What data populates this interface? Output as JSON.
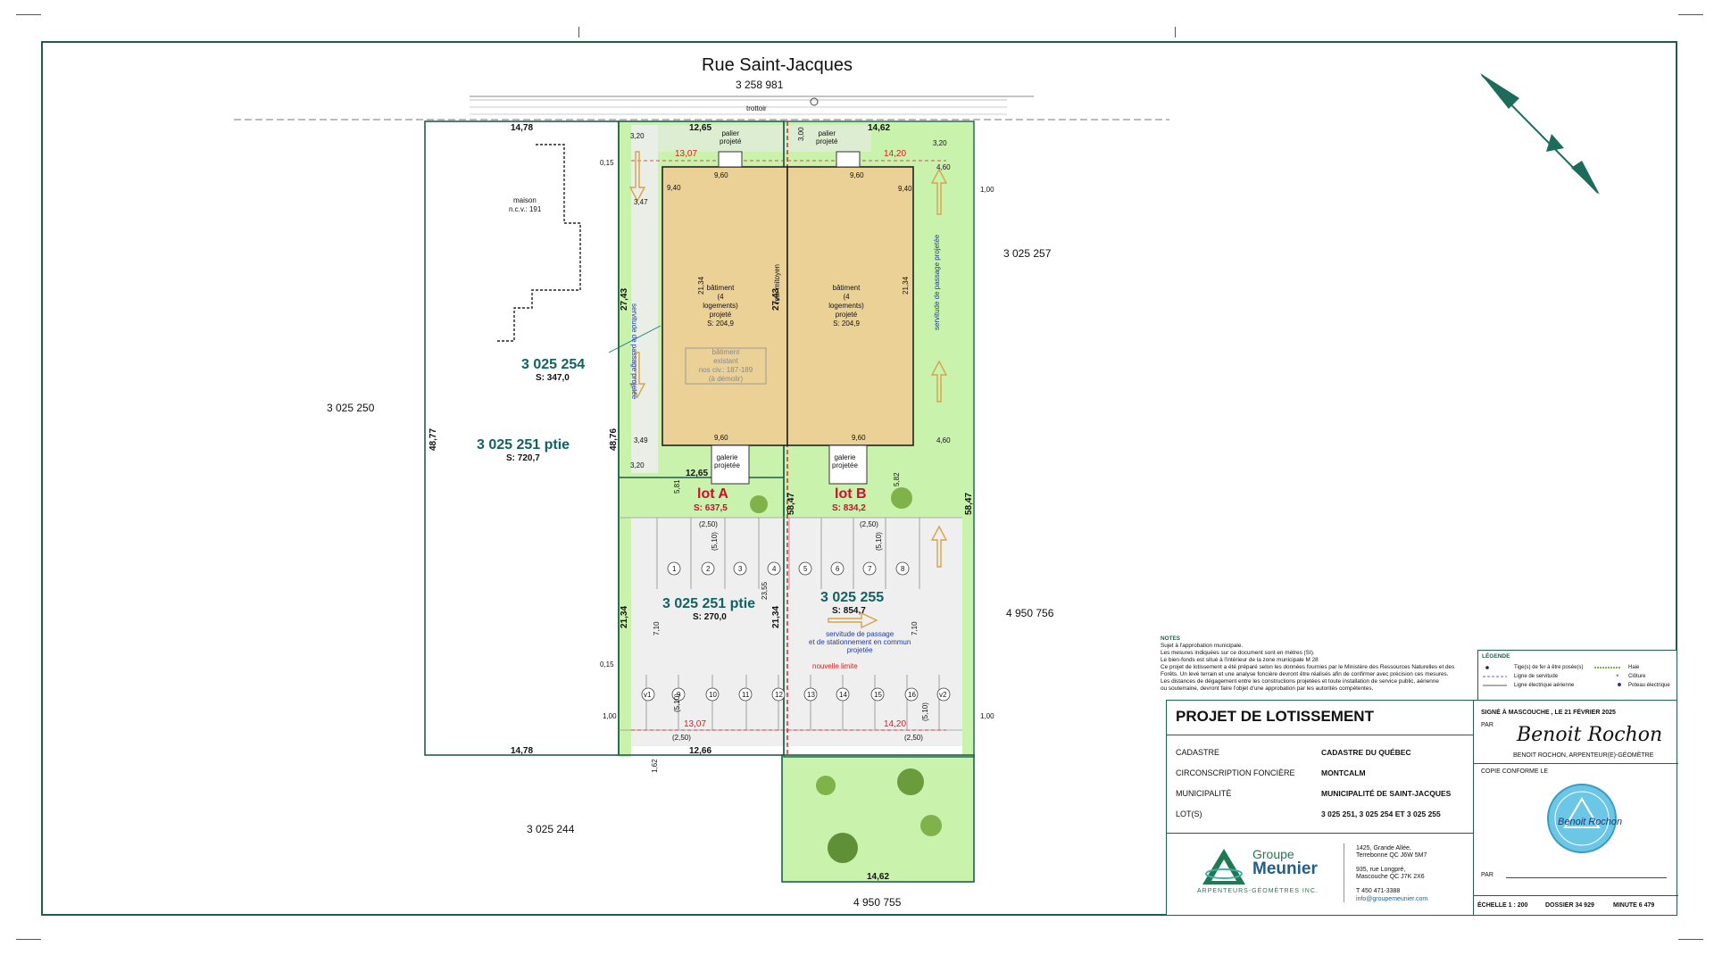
{
  "street": {
    "name": "Rue Saint-Jacques",
    "lot": "3 258 981",
    "sidewalk": "trottoir"
  },
  "neighbors": {
    "west": "3 025 250",
    "east": "3 025 257",
    "southwest": "3 025 244",
    "south": "4 950 755",
    "southeast": "4 950 756"
  },
  "lots": {
    "lot_254": {
      "number": "3 025 254",
      "area": "S: 347,0"
    },
    "lot_251a": {
      "number": "3 025 251 ptie",
      "area": "S: 720,7"
    },
    "lot_251b": {
      "number": "3 025 251 ptie",
      "area": "S: 270,0"
    },
    "lot_255": {
      "number": "3 025 255",
      "area": "S: 854,7"
    },
    "lot_a": {
      "name": "lot A",
      "area": "S: 637,5"
    },
    "lot_b": {
      "name": "lot B",
      "area": "S: 834,2"
    }
  },
  "house": {
    "label1": "maison",
    "label2": "n.c.v.: 191"
  },
  "buildings": {
    "line1": "bâtiment",
    "line2": "(4 logements)",
    "line3": "projeté",
    "area": "S: 204,9",
    "existing1": "bâtiment",
    "existing2": "existant",
    "existing3": "nos civ.: 187-189",
    "existing4": "(à démolir)",
    "landing": "palier",
    "landing2": "projeté",
    "gallery": "galerie",
    "gallery2": "projetée",
    "common_wall": "mur mitoyen"
  },
  "servitudes": {
    "passage": "servitude de passage projetée",
    "parking1": "servitude de passage",
    "parking2": "et de stationnement en commun",
    "parking3": "projetée",
    "new_limit": "nouvelle limite"
  },
  "dims": {
    "d1478": "14,78",
    "d1265": "12,65",
    "d1462": "14,62",
    "d1307": "13,07",
    "d1420": "14,20",
    "d320": "3,20",
    "d300": "3,00",
    "d015": "0,15",
    "d100": "1,00",
    "d460": "4,60",
    "d960": "9,60",
    "d940": "9,40",
    "d347": "3,47",
    "d349": "3,49",
    "d2134": "21,34",
    "d2743": "27,43",
    "d4877": "48,77",
    "d4876": "48,76",
    "d5847": "58,47",
    "d581": "5,81",
    "d582": "5,82",
    "d250": "(2,50)",
    "d510": "(5,10)",
    "d710": "7,10",
    "d2355": "23,55",
    "d1266": "12,66",
    "d162": "1,62",
    "d460b": "4,60"
  },
  "stalls": {
    "top": [
      "1",
      "2",
      "3",
      "4",
      "5",
      "6",
      "7",
      "8"
    ],
    "bottom": [
      "v1",
      "9",
      "10",
      "11",
      "12",
      "13",
      "14",
      "15",
      "16",
      "v2"
    ]
  },
  "notes": {
    "title": "NOTES",
    "lines": [
      "Sujet à l'approbation municipale.",
      "Les mesures indiquées sur ce document sont en mètres (SI).",
      "Le bien-fonds est situé à l'intérieur de la zone municipale M 28",
      "Ce projet de lotissement a été préparé selon les données fournies par le Ministère des Ressources Naturelles et des",
      "Forêts. Un levé terrain et une analyse foncière devront être réalisés afin de confirmer avec précision ces mesures.",
      "Les distances de dégagement entre les constructions projetées et toute installation de service public, aérienne",
      "ou souterraine, devront faire l'objet d'une approbation par les autorités compétentes."
    ]
  },
  "legend": {
    "title": "LÉGENDE",
    "items": [
      "Tige(s) de fer à être posée(s)",
      "Ligne de servitude",
      "Ligne électrique aérienne",
      "Haie",
      "Clôture",
      "Poteau électrique"
    ]
  },
  "titleblock": {
    "title": "PROJET DE LOTISSEMENT",
    "rows": [
      {
        "label": "CADASTRE",
        "value": "CADASTRE DU QUÉBEC"
      },
      {
        "label": "CIRCONSCRIPTION FONCIÈRE",
        "value": "MONTCALM"
      },
      {
        "label": "MUNICIPALITÉ",
        "value": "MUNICIPALITÉ DE SAINT-JACQUES"
      },
      {
        "label": "LOT(S)",
        "value": "3 025 251, 3 025 254 ET 3 025 255"
      }
    ],
    "signed": "SIGNÉ À MASCOUCHE , LE 21 FÉVRIER 2025",
    "par": "PAR",
    "signature": "Benoit Rochon",
    "signer": "BENOIT ROCHON, ARPENTEUR(E)-GÉOMÈTRE",
    "copy": "COPIE CONFORME LE",
    "par2": "PAR",
    "scale": "ÉCHELLE 1 : 200",
    "dossier": "DOSSIER  34 929",
    "minute": "MINUTE  6 479",
    "company1": "Groupe",
    "company2": "Meunier",
    "company3": "ARPENTEURS-GÉOMÈTRES INC.",
    "addr1": "1425, Grande Allée,",
    "addr2": "Terrebonne QC J6W 5M7",
    "addr3": "935, rue Longpré,",
    "addr4": "Mascouche QC J7K 2X6",
    "phone": "T 450 471-3388",
    "email": "info@groupemeunier.com"
  },
  "colors": {
    "green": "#c9f2ad",
    "building": "#ecd197",
    "frame": "#1f5f4a",
    "teal": "#116262",
    "red": "#c8102e"
  }
}
